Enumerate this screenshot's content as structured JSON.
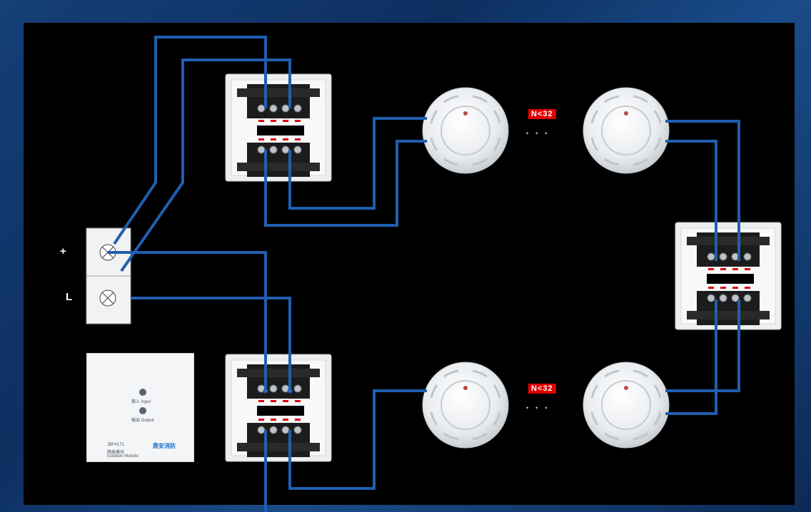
{
  "terminals": {
    "plus": "+",
    "minus": "L"
  },
  "notes": {
    "top": "N<32",
    "bottom": "N<32"
  },
  "panel": {
    "input_label": "输入 Input",
    "output_label": "输出 Output",
    "model": "JBF4171",
    "name_cn": "隔离模块",
    "name_en": "Isolation Module",
    "brand": "鼎安消防"
  },
  "colors": {
    "wire": "#1f5fb0",
    "background": "#000000",
    "frame": "#0d2f60"
  }
}
